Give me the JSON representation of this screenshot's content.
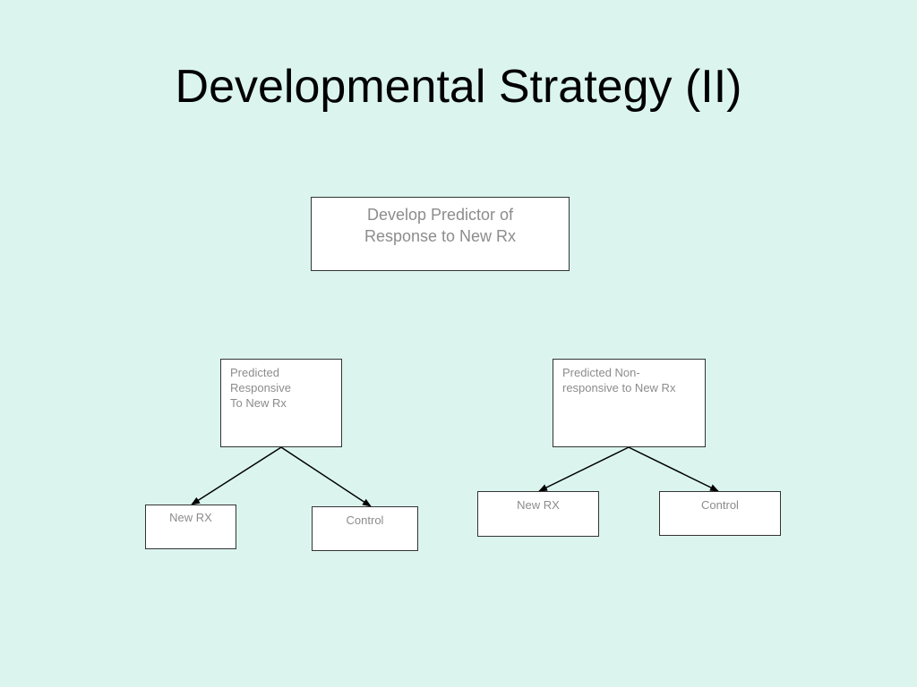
{
  "slide": {
    "title": "Developmental Strategy (II)",
    "background_color": "#dbf5ee",
    "box_text_color": "#8c8c8c",
    "line_color": "#000000"
  },
  "diagram": {
    "root": {
      "label": "Develop Predictor of\nResponse to New Rx"
    },
    "branches": [
      {
        "label": "Predicted\nResponsive\nTo New Rx",
        "children": [
          {
            "label": "New RX"
          },
          {
            "label": "Control"
          }
        ]
      },
      {
        "label": "Predicted Non-\nresponsive to New Rx",
        "children": [
          {
            "label": "New RX"
          },
          {
            "label": "Control"
          }
        ]
      }
    ]
  }
}
